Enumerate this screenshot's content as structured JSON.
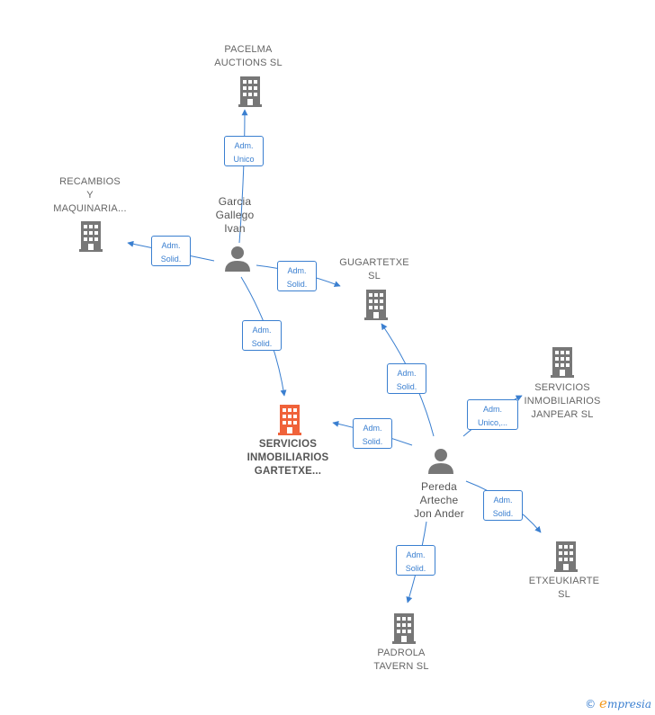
{
  "colors": {
    "company": "#777777",
    "company_main": "#f0623a",
    "person": "#777777",
    "edge": "#3a7fd0"
  },
  "nodes": {
    "pacelma": {
      "label": "PACELMA\nAUCTIONS SL",
      "icon": "building-icon"
    },
    "recambios": {
      "label": "RECAMBIOS\nY\nMAQUINARIA...",
      "icon": "building-icon"
    },
    "gugartetxe": {
      "label": "GUGARTETXE\nSL",
      "icon": "building-icon"
    },
    "servicios_gartetxe": {
      "label": "SERVICIOS\nINMOBILIARIOS\nGARTETXE...",
      "icon": "building-icon"
    },
    "servicios_janpear": {
      "label": "SERVICIOS\nINMOBILIARIOS\nJANPEAR  SL",
      "icon": "building-icon"
    },
    "etxeukiarte": {
      "label": "ETXEUKIARTE\nSL",
      "icon": "building-icon"
    },
    "padrola": {
      "label": "PADROLA\nTAVERN  SL",
      "icon": "building-icon"
    },
    "garcia": {
      "label": "Garcia\nGallego\nIvan",
      "icon": "person-icon"
    },
    "pereda": {
      "label": "Pereda\nArteche\nJon Ander",
      "icon": "person-icon"
    }
  },
  "relations": {
    "garcia_pacelma": "Adm.\nUnico",
    "garcia_recambios": "Adm.\nSolid.",
    "garcia_gugartetxe": "Adm.\nSolid.",
    "garcia_servicios": "Adm.\nSolid.",
    "pereda_gugartetxe": "Adm.\nSolid.",
    "pereda_janpear": "Adm.\nUnico,...",
    "pereda_servicios": "Adm.\nSolid.",
    "pereda_etxeukiarte": "Adm.\nSolid.",
    "pereda_padrola": "Adm.\nSolid."
  },
  "footer": {
    "copyright": "©",
    "brand_initial": "e",
    "brand_rest": "mpresia"
  }
}
